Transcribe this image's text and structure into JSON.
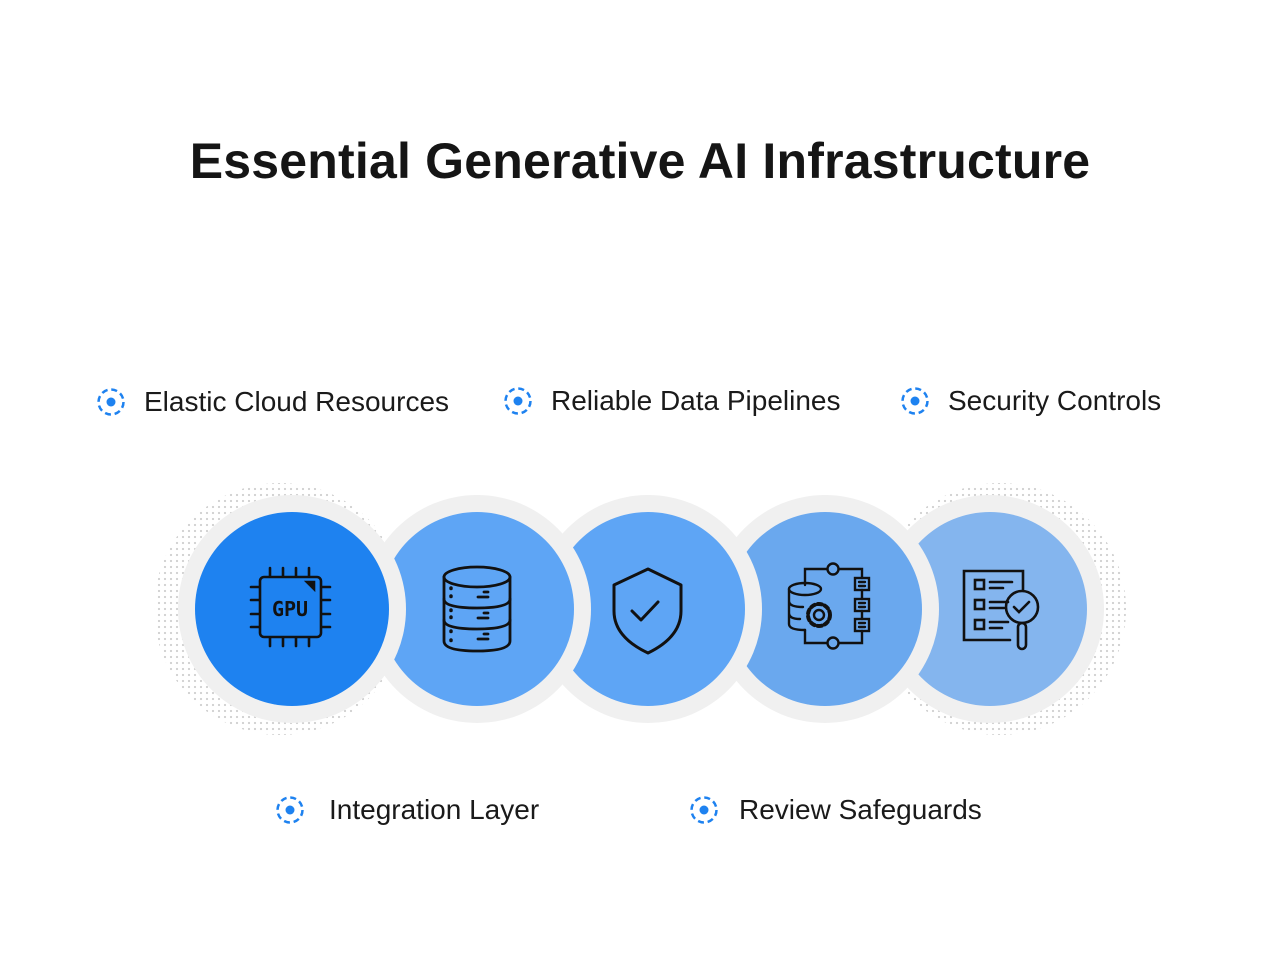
{
  "title": "Essential Generative AI Infrastructure",
  "labels": {
    "elastic": "Elastic Cloud Resources",
    "pipelines": "Reliable Data Pipelines",
    "security": "Security Controls",
    "integration": "Integration Layer",
    "review": "Review Safeguards"
  },
  "gpu_text": "GPU",
  "colors": {
    "bullet": "#1e82f0",
    "circles": [
      "#1e82f0",
      "#5ea5f5",
      "#5ea5f5",
      "#6aa8ee",
      "#84b5ee"
    ],
    "ring": "#f0f0f0",
    "icon": "#111111"
  }
}
